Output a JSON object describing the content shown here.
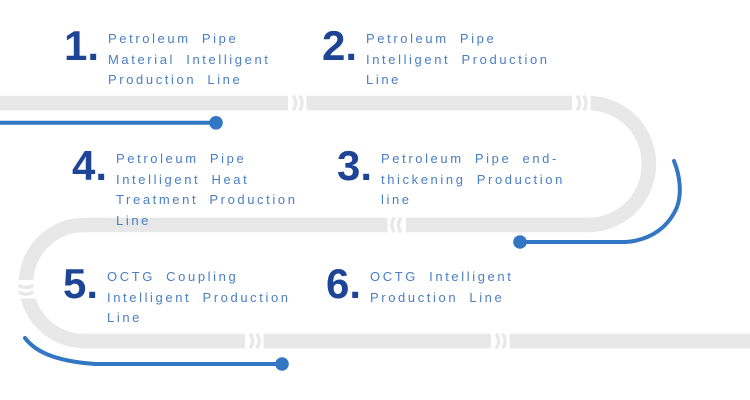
{
  "diagram_title": "",
  "palette": {
    "bg": "#ffffff",
    "track": "#e9e8e8",
    "accent": "#3377c4",
    "number": "#1e4496",
    "label": "#4a7ec5"
  },
  "graphics": {
    "track_icon": "conveyor-track",
    "joint_icon": "pipe-joint-mark",
    "endpoint_icon": "endpoint-dot",
    "flow_icon": "flow-line"
  },
  "steps": [
    {
      "num": "1.",
      "label": "Petroleum Pipe\nMaterial Intelligent\nProduction Line"
    },
    {
      "num": "2.",
      "label": "Petroleum Pipe\nIntelligent Production\nLine"
    },
    {
      "num": "3.",
      "label": "Petroleum Pipe end-\nthickening Production\nline"
    },
    {
      "num": "4.",
      "label": "Petroleum Pipe\nIntelligent Heat\nTreatment Production\nLine"
    },
    {
      "num": "5.",
      "label": "OCTG Coupling\nIntelligent Production\nLine"
    },
    {
      "num": "6.",
      "label": "OCTG Intelligent\nProduction Line"
    }
  ]
}
